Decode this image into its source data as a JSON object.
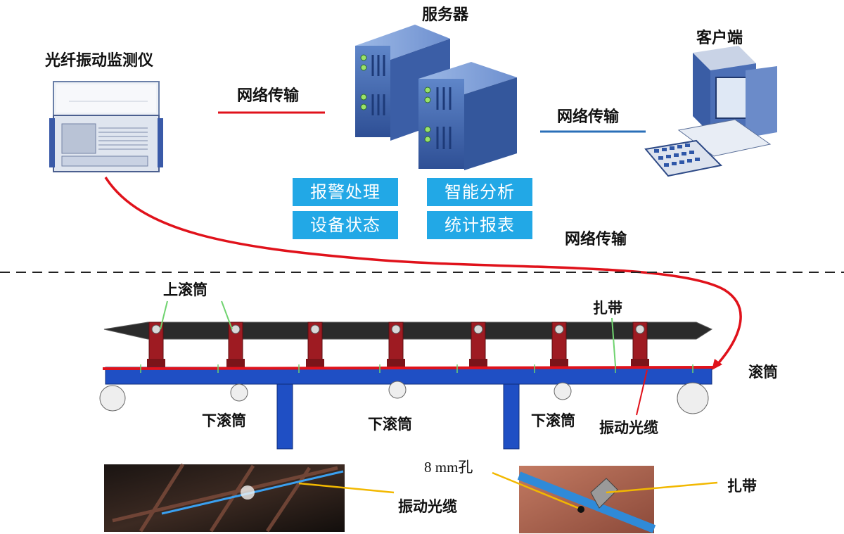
{
  "devices": {
    "monitor_label": "光纤振动监测仪",
    "server_label": "服务器",
    "client_label": "客户端"
  },
  "links": {
    "net1": "网络传输",
    "net2": "网络传输",
    "net3": "网络传输"
  },
  "functions": [
    "报警处理",
    "智能分析",
    "设备状态",
    "统计报表"
  ],
  "conveyor": {
    "upper_roller": "上滚筒",
    "strap": "扎带",
    "drum": "滚筒",
    "lower_roller_1": "下滚筒",
    "lower_roller_2": "下滚筒",
    "lower_roller_3": "下滚筒",
    "vibration_cable": "振动光缆"
  },
  "photos": {
    "cable_label": "振动光缆",
    "hole_label": "8 mm孔",
    "strap_label": "扎带"
  },
  "colors": {
    "signal_red": "#e0121b",
    "network_blue": "#2a6fb8",
    "function_box": "#22a8e6",
    "frame_blue": "#1f4fc4",
    "roller_red": "#9e1b22",
    "belt_dark": "#2b2b2b"
  }
}
